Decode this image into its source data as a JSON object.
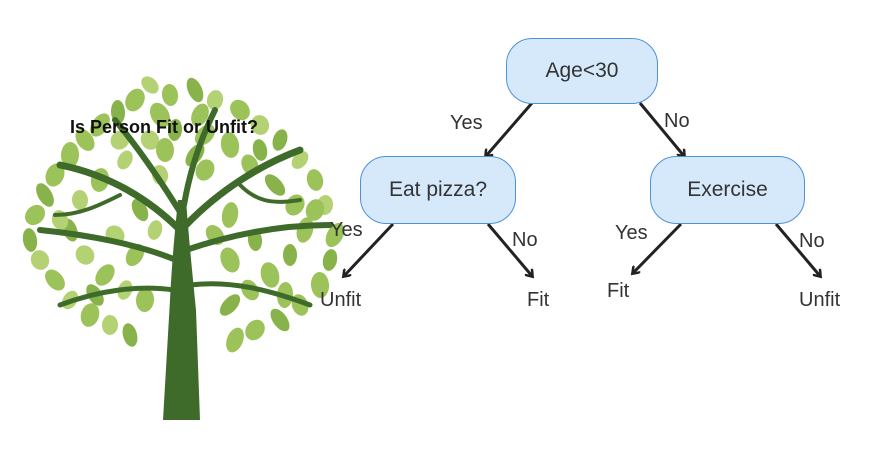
{
  "title": "Is Person Fit or Unfit?",
  "nodes": {
    "root": "Age<30",
    "left": "Eat pizza?",
    "right": "Exercise"
  },
  "edges": {
    "root_left": "Yes",
    "root_right": "No",
    "left_left": "Yes",
    "left_right": "No",
    "right_left": "Yes",
    "right_right": "No"
  },
  "leaves": {
    "ll": "Unfit",
    "lr": "Fit",
    "rl": "Fit",
    "rr": "Unfit"
  },
  "colors": {
    "node_fill": "#d6e9fb",
    "node_border": "#4f91d6",
    "arrow": "#222222",
    "trunk": "#3f6b2a",
    "leaf": "#9cc25a"
  },
  "icons": [
    "tree-illustration"
  ]
}
